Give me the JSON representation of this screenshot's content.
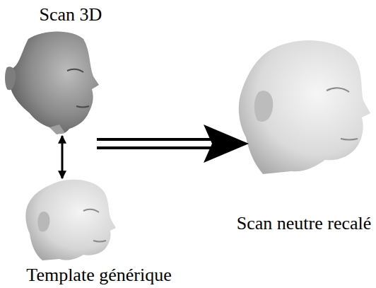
{
  "diagram": {
    "nodes": [
      {
        "text": [
          "Scan 3D"
        ]
      },
      {
        "text": [
          "Template générique"
        ]
      },
      {
        "text": [
          "Scan neutre recalé"
        ]
      }
    ],
    "edges": [
      {
        "from": 0,
        "to": 1,
        "arrow": "both"
      }
    ]
  }
}
